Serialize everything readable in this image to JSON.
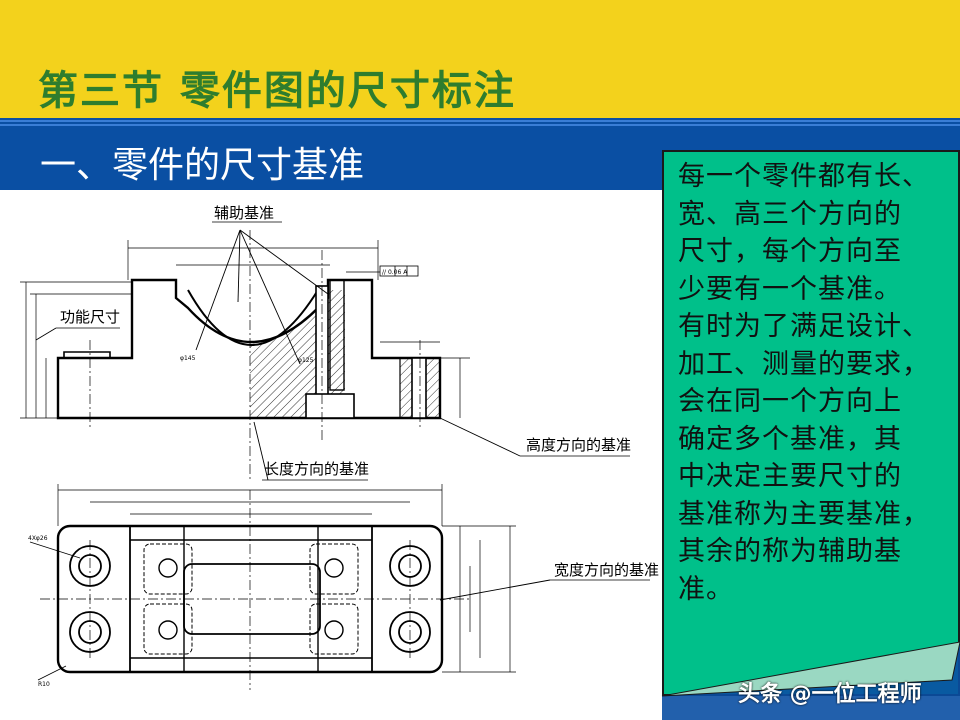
{
  "slide": {
    "title": "第三节  零件图的尺寸标注",
    "subtitle": "一、零件的尺寸基准"
  },
  "drawing": {
    "labels": {
      "auxiliary_datum": "辅助基准",
      "functional_dimension": "功能尺寸",
      "length_datum": "长度方向的基准",
      "height_datum": "高度方向的基准",
      "width_datum": "宽度方向的基准"
    },
    "small_text": {
      "tolerance": "// 0.06 A",
      "hole_dim": "φ145",
      "angle_dim": "φ125",
      "holes": "4Xφ26",
      "radius": "R10"
    }
  },
  "note": {
    "lines": [
      "每一个零件都有长、",
      "宽、高三个方向的",
      "尺寸，每个方向至",
      "少要有一个基准。",
      "有时为了满足设计、",
      "加工、测量的要求，",
      "会在同一个方向上",
      "确定多个基准，其",
      "中决定主要尺寸的",
      "基准称为主要基准，",
      "其余的称为辅助基",
      "准。"
    ]
  },
  "watermark": "头条 @一位工程师",
  "colors": {
    "title_band": "#f3d21c",
    "title_text": "#2e7d2e",
    "subtitle_band": "#0a4fa3",
    "note_bg": "#00c08a"
  }
}
